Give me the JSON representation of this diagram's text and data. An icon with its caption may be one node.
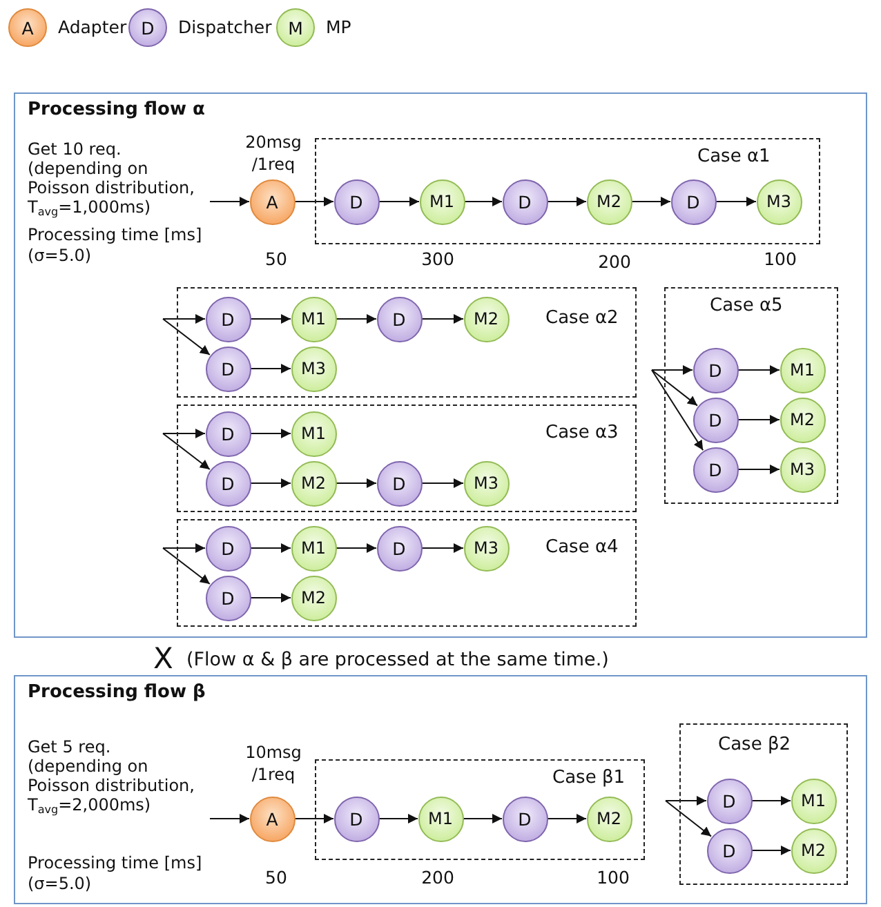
{
  "diagram": {
    "nodes": [
      {
        "text": [
          "A"
        ],
        "beside": [
          "Adapter"
        ]
      },
      {
        "text": [
          "D"
        ],
        "beside": [
          "Dispatcher"
        ]
      },
      {
        "text": [
          "M"
        ],
        "beside": [
          "MP"
        ]
      },
      {
        "text": [
          "Processing flow α"
        ]
      },
      {
        "text": [
          "A"
        ],
        "in": 3
      },
      {
        "text": [
          "Case α1"
        ],
        "in": 3
      },
      {
        "text": [
          "D"
        ],
        "in": 5
      },
      {
        "text": [
          "M1"
        ],
        "in": 5
      },
      {
        "text": [
          "D"
        ],
        "in": 5
      },
      {
        "text": [
          "M2"
        ],
        "in": 5
      },
      {
        "text": [
          "D"
        ],
        "in": 5
      },
      {
        "text": [
          "M3"
        ],
        "in": 5
      },
      {
        "text": [
          "Case α2"
        ],
        "in": 3
      },
      {
        "text": [
          "D"
        ],
        "in": 12
      },
      {
        "text": [
          "M1"
        ],
        "in": 12
      },
      {
        "text": [
          "D"
        ],
        "in": 12
      },
      {
        "text": [
          "M2"
        ],
        "in": 12
      },
      {
        "text": [
          "D"
        ],
        "in": 12
      },
      {
        "text": [
          "M3"
        ],
        "in": 12
      },
      {
        "text": [
          "Case α3"
        ],
        "in": 3
      },
      {
        "text": [
          "D"
        ],
        "in": 19
      },
      {
        "text": [
          "M1"
        ],
        "in": 19
      },
      {
        "text": [
          "D"
        ],
        "in": 19
      },
      {
        "text": [
          "M2"
        ],
        "in": 19
      },
      {
        "text": [
          "D"
        ],
        "in": 19
      },
      {
        "text": [
          "M3"
        ],
        "in": 19
      },
      {
        "text": [
          "Case α4"
        ],
        "in": 3
      },
      {
        "text": [
          "D"
        ],
        "in": 26
      },
      {
        "text": [
          "M1"
        ],
        "in": 26
      },
      {
        "text": [
          "D"
        ],
        "in": 26
      },
      {
        "text": [
          "M3"
        ],
        "in": 26
      },
      {
        "text": [
          "D"
        ],
        "in": 26
      },
      {
        "text": [
          "M2"
        ],
        "in": 26
      },
      {
        "text": [
          "Case α5"
        ],
        "in": 3
      },
      {
        "text": [
          "D"
        ],
        "in": 33
      },
      {
        "text": [
          "M1"
        ],
        "in": 33
      },
      {
        "text": [
          "D"
        ],
        "in": 33
      },
      {
        "text": [
          "M2"
        ],
        "in": 33
      },
      {
        "text": [
          "D"
        ],
        "in": 33
      },
      {
        "text": [
          "M3"
        ],
        "in": 33
      },
      {
        "text": [
          "Processing flow β"
        ]
      },
      {
        "text": [
          "A"
        ],
        "in": 40
      },
      {
        "text": [
          "Case β1"
        ],
        "in": 40
      },
      {
        "text": [
          "D"
        ],
        "in": 42
      },
      {
        "text": [
          "M1"
        ],
        "in": 42
      },
      {
        "text": [
          "D"
        ],
        "in": 42
      },
      {
        "text": [
          "M2"
        ],
        "in": 42
      },
      {
        "text": [
          "Case β2"
        ],
        "in": 40
      },
      {
        "text": [
          "D"
        ],
        "in": 47
      },
      {
        "text": [
          "M1"
        ],
        "in": 47
      },
      {
        "text": [
          "D"
        ],
        "in": 47
      },
      {
        "text": [
          "M2"
        ],
        "in": 47
      }
    ],
    "edges": [
      {
        "from": null,
        "to": 4,
        "arrow": "to"
      },
      {
        "from": 4,
        "to": 6,
        "arrow": "to"
      },
      {
        "from": 6,
        "to": 7,
        "arrow": "to"
      },
      {
        "from": 7,
        "to": 8,
        "arrow": "to"
      },
      {
        "from": 8,
        "to": 9,
        "arrow": "to"
      },
      {
        "from": 9,
        "to": 10,
        "arrow": "to"
      },
      {
        "from": 10,
        "to": 11,
        "arrow": "to"
      },
      {
        "from": null,
        "to": 13,
        "arrow": "to"
      },
      {
        "from": null,
        "to": 17,
        "arrow": "to"
      },
      {
        "from": 13,
        "to": 14,
        "arrow": "to"
      },
      {
        "from": 14,
        "to": 15,
        "arrow": "to"
      },
      {
        "from": 15,
        "to": 16,
        "arrow": "to"
      },
      {
        "from": 17,
        "to": 18,
        "arrow": "to"
      },
      {
        "from": null,
        "to": 20,
        "arrow": "to"
      },
      {
        "from": null,
        "to": 22,
        "arrow": "to"
      },
      {
        "from": 20,
        "to": 21,
        "arrow": "to"
      },
      {
        "from": 22,
        "to": 23,
        "arrow": "to"
      },
      {
        "from": 23,
        "to": 24,
        "arrow": "to"
      },
      {
        "from": 24,
        "to": 25,
        "arrow": "to"
      },
      {
        "from": null,
        "to": 27,
        "arrow": "to"
      },
      {
        "from": null,
        "to": 31,
        "arrow": "to"
      },
      {
        "from": 27,
        "to": 28,
        "arrow": "to"
      },
      {
        "from": 28,
        "to": 29,
        "arrow": "to"
      },
      {
        "from": 29,
        "to": 30,
        "arrow": "to"
      },
      {
        "from": 31,
        "to": 32,
        "arrow": "to"
      },
      {
        "from": null,
        "to": 34,
        "arrow": "to"
      },
      {
        "from": null,
        "to": 36,
        "arrow": "to"
      },
      {
        "from": null,
        "to": 38,
        "arrow": "to"
      },
      {
        "from": 34,
        "to": 35,
        "arrow": "to"
      },
      {
        "from": 36,
        "to": 37,
        "arrow": "to"
      },
      {
        "from": 38,
        "to": 39,
        "arrow": "to"
      },
      {
        "from": null,
        "to": 41,
        "arrow": "to"
      },
      {
        "from": 41,
        "to": 43,
        "arrow": "to"
      },
      {
        "from": 43,
        "to": 44,
        "arrow": "to"
      },
      {
        "from": 44,
        "to": 45,
        "arrow": "to"
      },
      {
        "from": 45,
        "to": 46,
        "arrow": "to"
      },
      {
        "from": null,
        "to": 48,
        "arrow": "to"
      },
      {
        "from": null,
        "to": 50,
        "arrow": "to"
      },
      {
        "from": 48,
        "to": 49,
        "arrow": "to"
      },
      {
        "from": 50,
        "to": 51,
        "arrow": "to"
      }
    ],
    "labels": [
      "Get 10 req. (depending on Poisson distribution, T$_{avg}$=1,000ms)",
      "20msg /1req",
      "Processing time [ms] (σ=5.0)",
      "50",
      "300",
      "200",
      "100",
      "X",
      "(Flow α & β are processed at the same time.)",
      "Get 5 req. (depending on Poisson distribution, T$_{avg}$=2,000ms)",
      "10msg /1req",
      "Processing time [ms] (σ=5.0)",
      "50",
      "200",
      "100"
    ]
  }
}
